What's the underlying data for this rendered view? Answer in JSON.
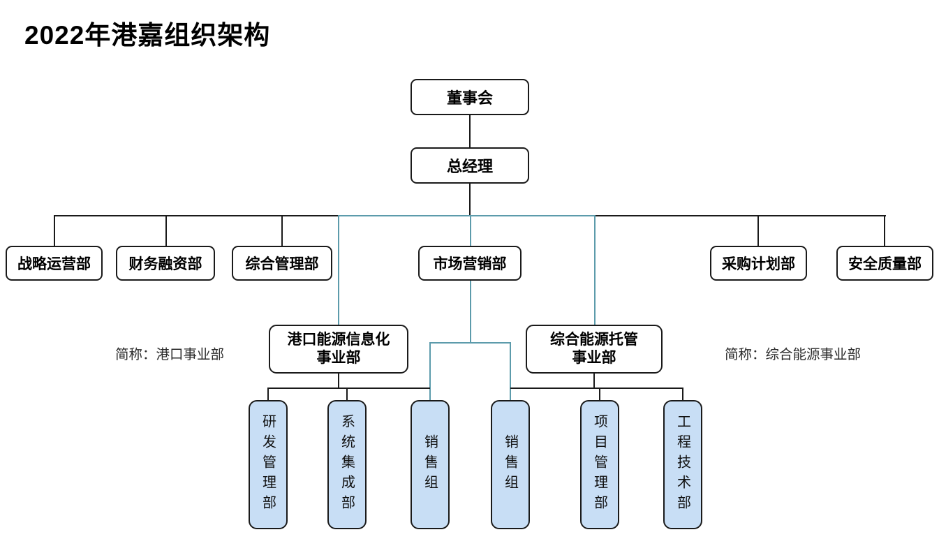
{
  "title": "2022年港嘉组织架构",
  "colors": {
    "connector_teal": "#5C9BAB",
    "connector_black": "#1a1a1a",
    "team_box_fill": "#C8DEF5",
    "box_border": "#1a1a1a"
  },
  "nodes": {
    "board": "董事会",
    "general_manager": "总经理",
    "departments": [
      {
        "label": "战略运营部"
      },
      {
        "label": "财务融资部"
      },
      {
        "label": "综合管理部"
      },
      {
        "label": "市场营销部"
      },
      {
        "label": "采购计划部"
      },
      {
        "label": "安全质量部"
      }
    ],
    "divisions": [
      {
        "label": "港口能源信息化事业部",
        "line1": "港口能源信息化",
        "line2": "事业部",
        "note": "简称：港口事业部"
      },
      {
        "label": "综合能源托管事业部",
        "line1": "综合能源托管",
        "line2": "事业部",
        "note": "简称：综合能源事业部"
      }
    ],
    "teams": [
      {
        "label": "研发管理部"
      },
      {
        "label": "系统集成部"
      },
      {
        "label": "销售组"
      },
      {
        "label": "销售组"
      },
      {
        "label": "项目管理部"
      },
      {
        "label": "工程技术部"
      }
    ]
  }
}
